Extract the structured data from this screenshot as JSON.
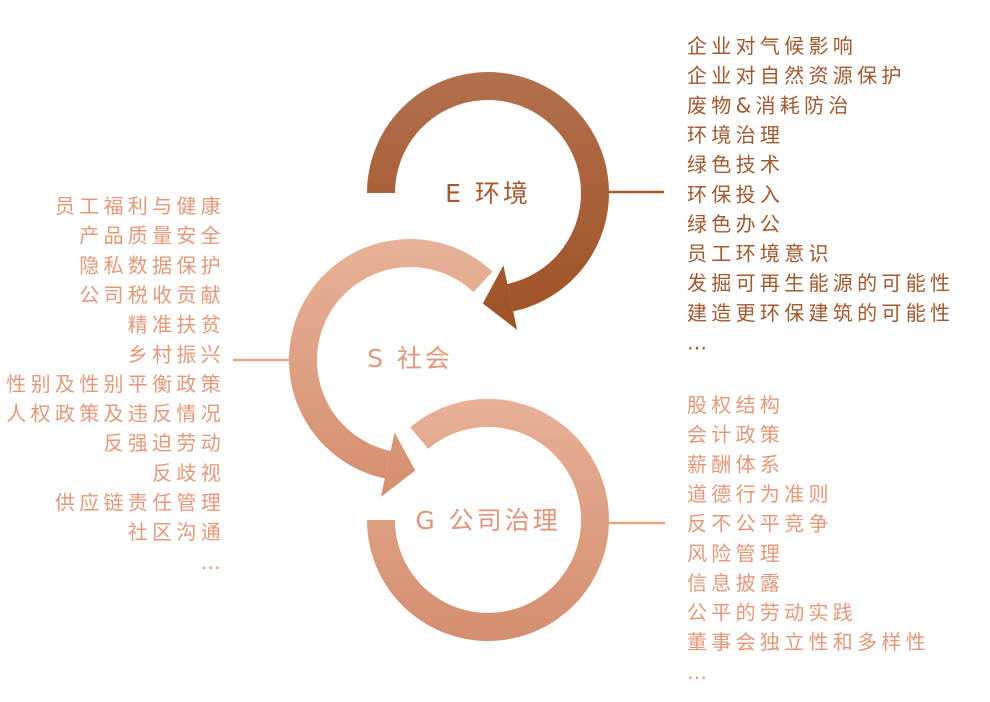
{
  "colors": {
    "environment": "#a65a30",
    "environment_light": "#b1704e",
    "social": "#e4a98d",
    "social_dark": "#d48d6d",
    "governance": "#e6ad91",
    "governance_dark": "#d38e6e",
    "social_text": "#e3987a",
    "environment_text": "#a0582f"
  },
  "environment": {
    "label": "E 环境",
    "items": [
      "企业对气候影响",
      "企业对自然资源保护",
      "废物&消耗防治",
      "环境治理",
      "绿色技术",
      "环保投入",
      "绿色办公",
      "员工环境意识",
      "发掘可再生能源的可能性",
      "建造更环保建筑的可能性",
      "…"
    ]
  },
  "social": {
    "label": "S 社会",
    "items": [
      "员工福利与健康",
      "产品质量安全",
      "隐私数据保护",
      "公司税收贡献",
      "精准扶贫",
      "乡村振兴",
      "性别及性别平衡政策",
      "人权政策及违反情况",
      "反强迫劳动",
      "反歧视",
      "供应链责任管理",
      "社区沟通",
      "…"
    ]
  },
  "governance": {
    "label": "G 公司治理",
    "items": [
      "股权结构",
      "会计政策",
      "薪酬体系",
      "道德行为准则",
      "反不公平竞争",
      "风险管理",
      "信息披露",
      "公平的劳动实践",
      "董事会独立性和多样性",
      "…"
    ]
  }
}
